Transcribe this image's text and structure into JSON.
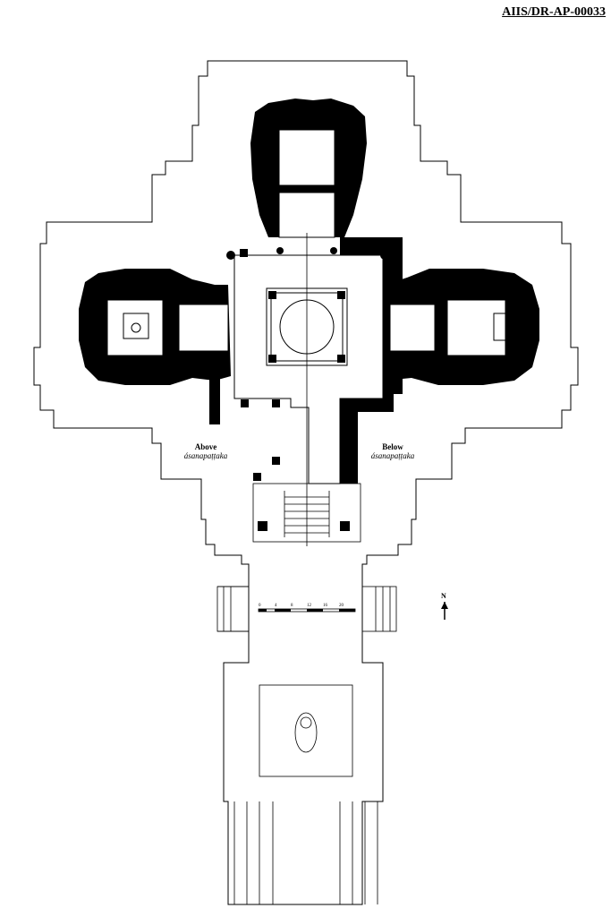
{
  "document_id": "AIIS/DR-AP-00033",
  "labels": {
    "above_title": "Above",
    "above_sub": "ásanapaṭṭaka",
    "below_title": "Below",
    "below_sub": "ásanapaṭṭaka"
  },
  "north_label": "N",
  "scale_ticks": [
    "0",
    "4",
    "8",
    "12",
    "16",
    "20"
  ]
}
